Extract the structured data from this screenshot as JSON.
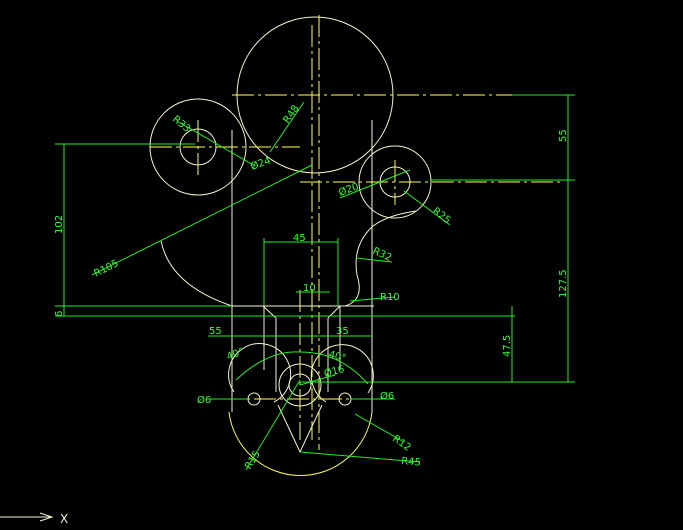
{
  "drawing": {
    "background": "#000000",
    "geometry_color": "#f4f4d0",
    "hidden_color": "#ffff55",
    "dimension_color": "#33ff33",
    "dimensions": {
      "r33": "R33",
      "r48": "R48",
      "d24": "Ø24",
      "d20": "Ø20",
      "r25": "R25",
      "r32": "R32",
      "r105": "R105",
      "r10": "R10",
      "w45": "45",
      "w10": "10",
      "h102": "102",
      "h6": "6",
      "w55": "55",
      "w35": "35",
      "h55": "55",
      "h127_5": "127.5",
      "h47_5": "47.5",
      "a40_left": "40°",
      "a40_right": "40°",
      "d16": "Ø16",
      "d6_left": "Ø6",
      "d6_right": "Ø6",
      "r12": "R12",
      "r15": "R15",
      "r45": "R45"
    },
    "ucs": {
      "x_label": "X"
    }
  }
}
